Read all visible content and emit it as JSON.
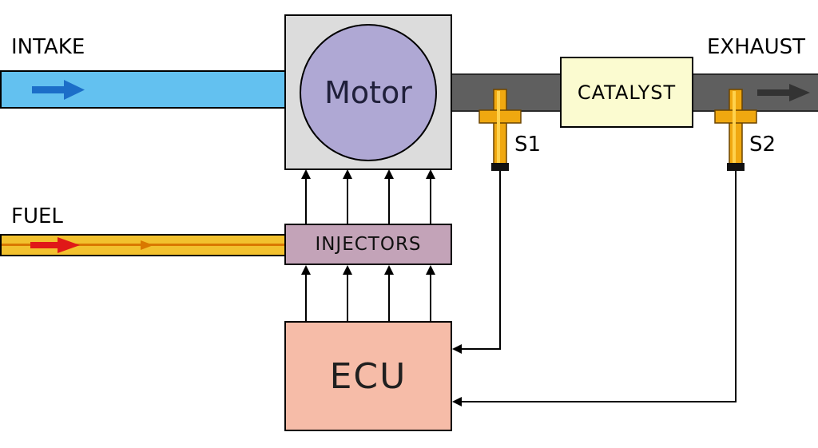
{
  "diagram": {
    "type": "engine-fuel-injection-control-schematic",
    "labels": {
      "intake": "INTAKE",
      "exhaust": "EXHAUST",
      "fuel": "FUEL",
      "motor": "Motor",
      "catalyst": "CATALYST",
      "injectors": "INJECTORS",
      "ecu": "ECU",
      "sensor1": "S1",
      "sensor2": "S2"
    },
    "colors": {
      "intake_pipe": "#63c1f0",
      "intake_arrow": "#1c6ec8",
      "fuel_pipe": "#f2c12e",
      "fuel_stripe": "#d97800",
      "fuel_arrow": "#e01818",
      "exhaust_pipe": "#5f5f5f",
      "exhaust_arrow": "#333333",
      "motor_box": "#dcdcdc",
      "motor_circle": "#afa8d4",
      "catalyst_box": "#fbfbd0",
      "injectors_box": "#c3a3b8",
      "ecu_box": "#f6bca8",
      "sensor_body": "#f0a810",
      "sensor_highlight": "#ffd24d",
      "sensor_tip": "#111111"
    }
  }
}
